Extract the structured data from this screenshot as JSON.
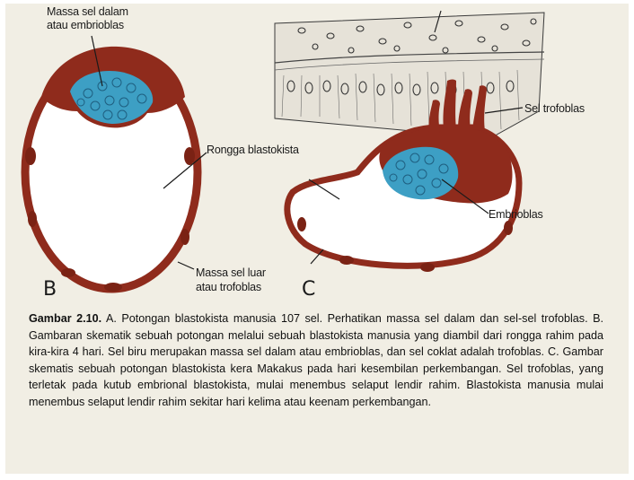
{
  "figure": {
    "labels": {
      "massa_sel_dalam": "Massa sel dalam",
      "atau_embrioblas": "atau embrioblas",
      "rongga_blastokista": "Rongga blastokista",
      "massa_sel_luar": "Massa sel luar",
      "atau_trofoblas": "atau trofoblas",
      "sel_trofoblas": "Sel trofoblas",
      "embrioblas": "Embrioblas",
      "letter_b": "B",
      "letter_c": "C"
    },
    "colors": {
      "trophoblast": "#8f2b1c",
      "embryoblast": "#3d9fc4",
      "cavity": "#ffffff",
      "paper": "#f1eee4"
    }
  },
  "caption": {
    "head": "Gambar 2.10.",
    "text": "A. Potongan blastokista manusia 107 sel. Perhatikan massa sel dalam dan sel-sel trofoblas. B. Gambaran skematik sebuah potongan melalui sebuah blastokista manusia yang diambil dari rongga rahim pada kira-kira 4 hari. Sel biru merupakan massa sel dalam atau embrioblas, dan sel coklat adalah trofoblas. C. Gambar skematis sebuah potongan blastokista kera Makakus pada hari kesembilan perkembangan. Sel trofoblas, yang terletak pada kutub embrional blastokista, mulai menembus selaput lendir rahim. Blastokista manusia mulai menembus selaput lendir rahim sekitar hari kelima atau keenam perkembangan."
  }
}
